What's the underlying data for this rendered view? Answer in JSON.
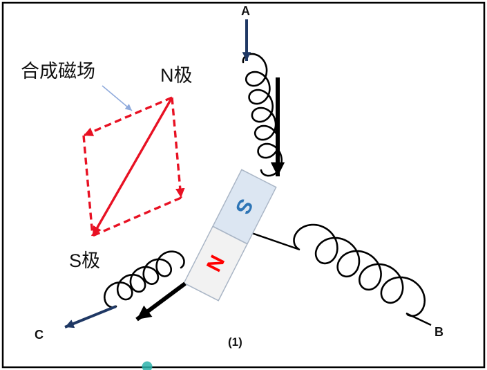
{
  "figure": {
    "caption": "(1)",
    "phase_labels": {
      "a": "A",
      "b": "B",
      "c": "C"
    },
    "field_labels": {
      "resultant": "合成磁场",
      "n_pole": "N极",
      "s_pole": "S极"
    },
    "magnet": {
      "s_letter": "S",
      "n_letter": "N"
    },
    "colors": {
      "vector_red": "#e81123",
      "arrow_navy": "#1f3864",
      "line_black": "#000000",
      "magnet_s_fill": "#dce6f2",
      "magnet_n_fill": "#f2f2f2",
      "magnet_border": "#aab6c6",
      "magnet_s_letter": "#2e75b6",
      "magnet_n_letter": "#ff0000",
      "callout_blue": "#8faadc",
      "dot_teal": "#2bb3ab",
      "background": "#ffffff",
      "frame_border": "#000000"
    }
  }
}
